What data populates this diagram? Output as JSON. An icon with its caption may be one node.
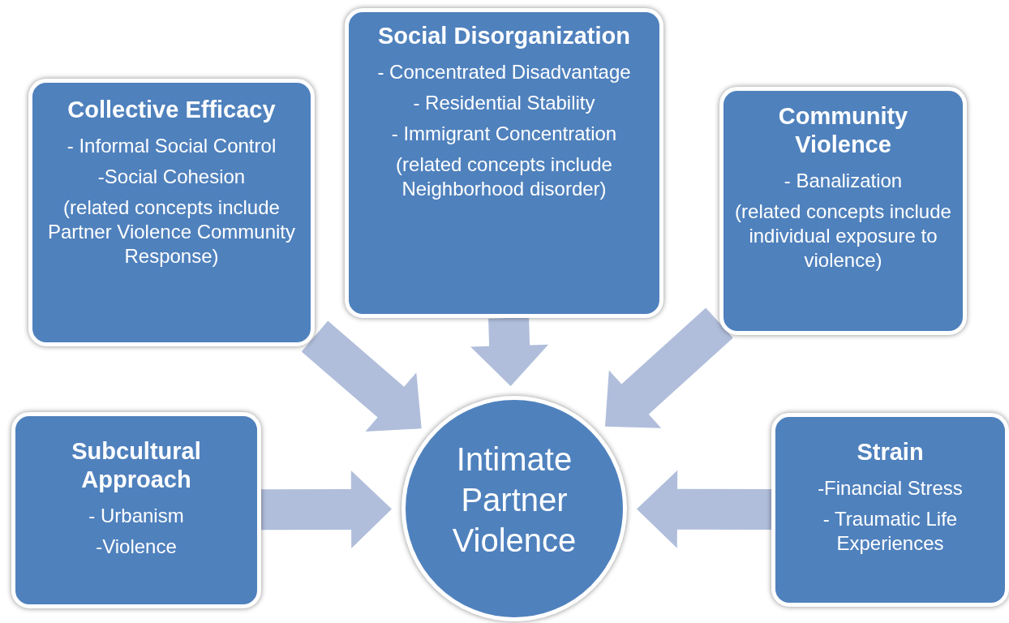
{
  "diagram": {
    "nodes": [
      {
        "text": [
          "Collective Efficacy",
          "- Informal Social Control",
          "-Social Cohesion",
          "(related concepts include Partner Violence Community Response)"
        ]
      },
      {
        "text": [
          "Social Disorganization",
          "- Concentrated Disadvantage",
          "- Residential Stability",
          "- Immigrant Concentration",
          "(related concepts include Neighborhood disorder)"
        ]
      },
      {
        "text": [
          "Community Violence",
          "- Banalization",
          "(related concepts include individual exposure to violence)"
        ]
      },
      {
        "text": [
          "Subcultural Approach",
          "- Urbanism",
          "-Violence"
        ]
      },
      {
        "text": [
          "Intimate Partner Violence"
        ]
      },
      {
        "text": [
          "Strain",
          "-Financial Stress",
          "- Traumatic Life Experiences"
        ]
      }
    ],
    "edges": [
      {
        "from": 0,
        "to": 4,
        "arrow": "to",
        "style": "thick"
      },
      {
        "from": 1,
        "to": 4,
        "arrow": "to",
        "style": "thick"
      },
      {
        "from": 2,
        "to": 4,
        "arrow": "to",
        "style": "thick"
      },
      {
        "from": 3,
        "to": 4,
        "arrow": "to",
        "style": "thick"
      },
      {
        "from": 5,
        "to": 4,
        "arrow": "to",
        "style": "thick"
      }
    ]
  }
}
